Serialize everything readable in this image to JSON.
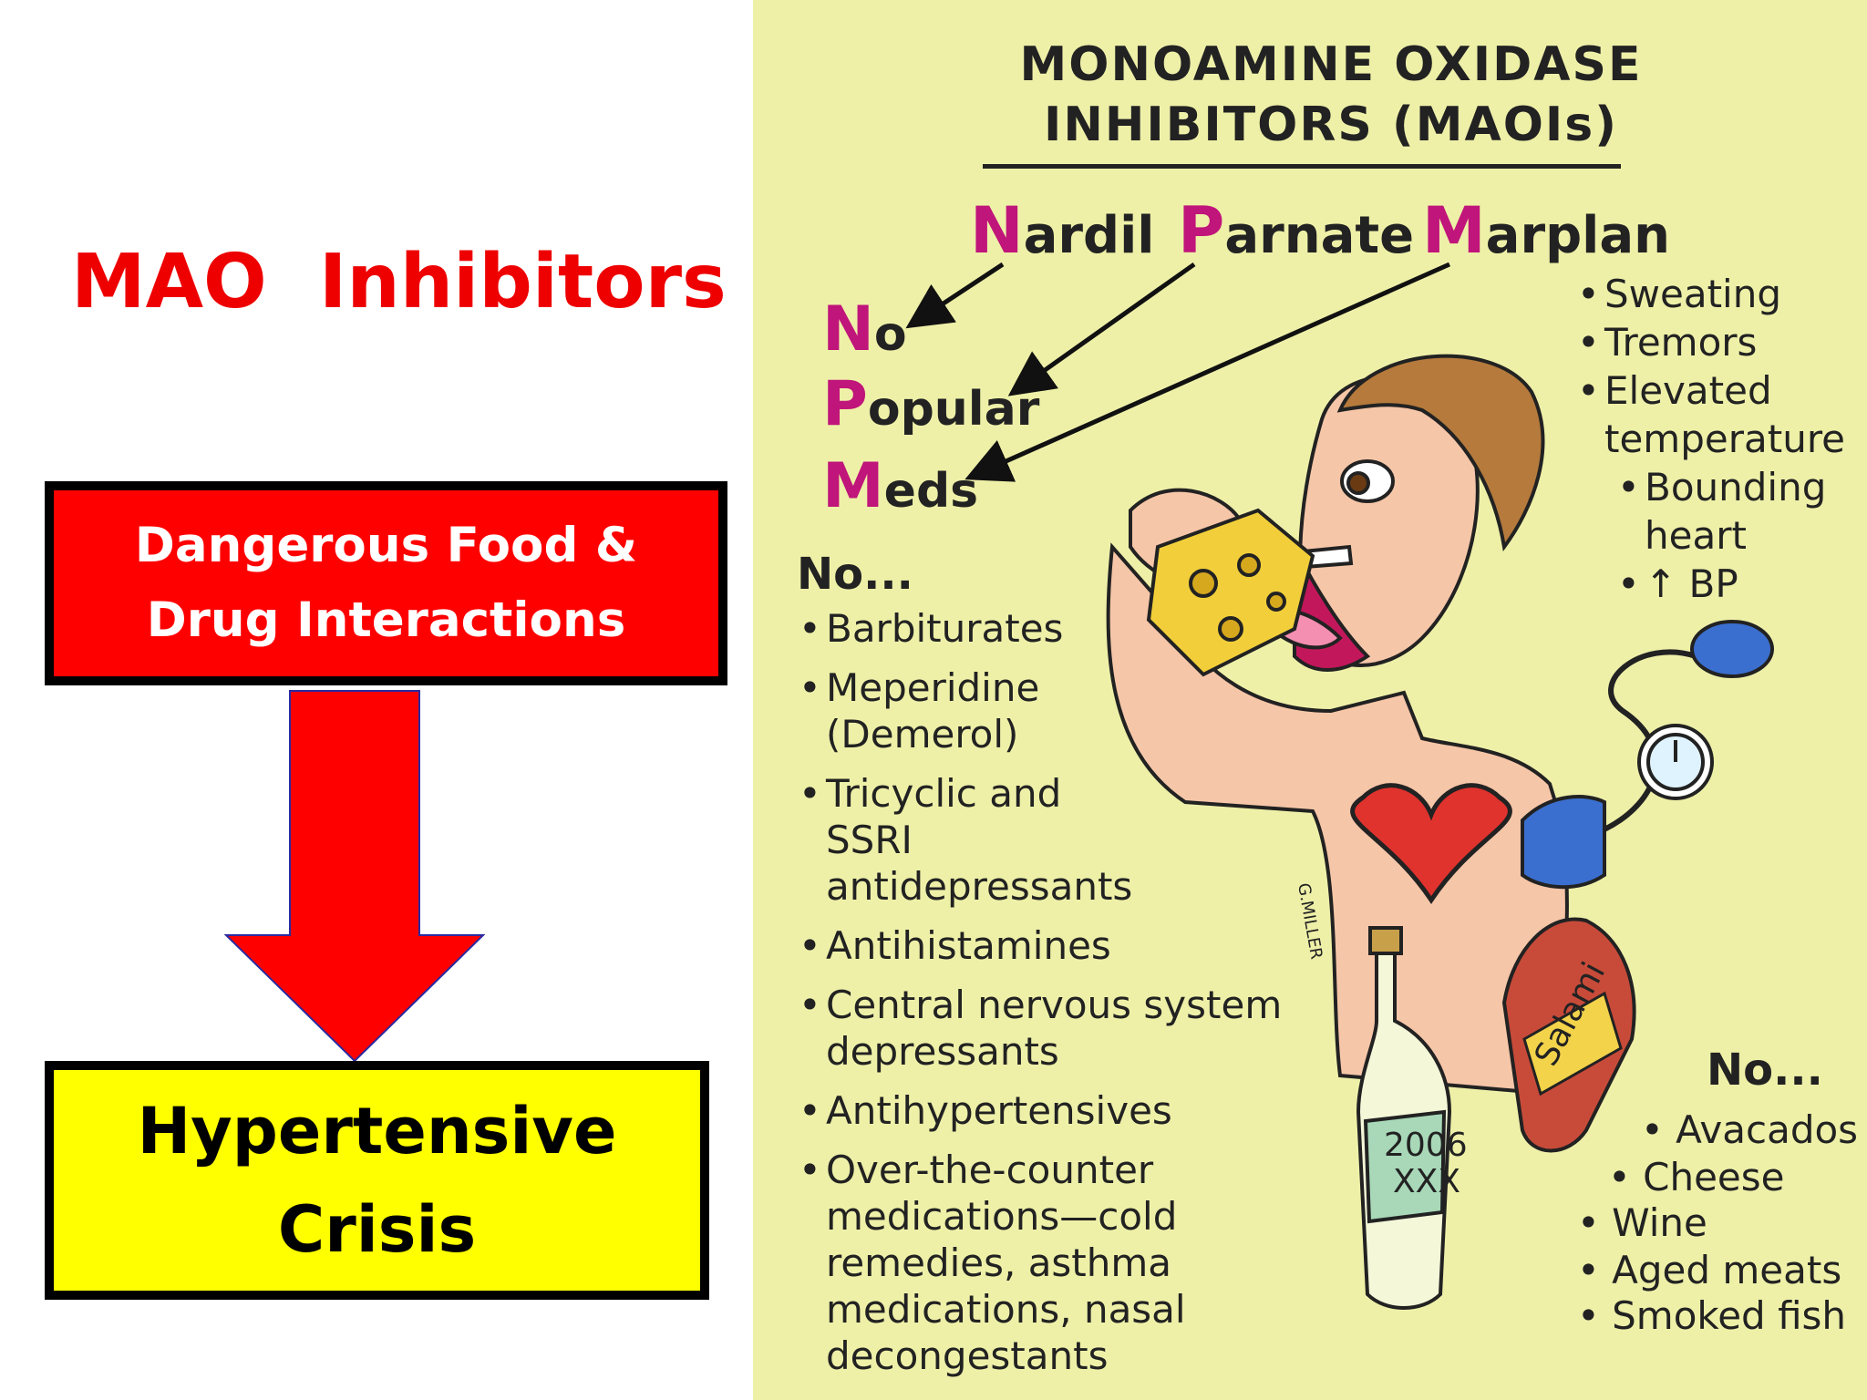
{
  "slide": {
    "title": "MAO  Inhibitors",
    "box_top": "Dangerous Food & Drug Interactions",
    "box_bottom": "Hypertensive Crisis",
    "colors": {
      "title": "#ee0000",
      "box_top": "#ff0000",
      "box_bottom": "#ffff00",
      "arrow": "#ff0000"
    }
  },
  "poster": {
    "title_line1": "MONOAMINE OXIDASE",
    "title_line2": "INHIBITORS (MAOIs)",
    "drugs": [
      {
        "cap": "N",
        "rest": "ardil"
      },
      {
        "cap": "P",
        "rest": "arnate"
      },
      {
        "cap": "M",
        "rest": "arplan"
      }
    ],
    "mnemonic": [
      {
        "cap": "N",
        "rest": "o"
      },
      {
        "cap": "P",
        "rest": "opular"
      },
      {
        "cap": "M",
        "rest": "eds"
      }
    ],
    "drug_interactions": {
      "heading": "No...",
      "items": [
        "Barbiturates",
        "Meperidine (Demerol)",
        "Tricyclic and SSRI antidepressants",
        "Antihistamines",
        "Central nervous system depressants",
        "Antihypertensives",
        "Over-the-counter medications—cold remedies, asthma medications, nasal decongestants"
      ]
    },
    "symptoms": {
      "items": [
        "Sweating",
        "Tremors",
        "Elevated temperature"
      ],
      "sub_items": [
        "Bounding heart",
        "↑ BP"
      ]
    },
    "foods": {
      "heading": "No...",
      "items": [
        "Avacados",
        "Cheese",
        "Wine",
        "Aged meats",
        "Smoked fish"
      ]
    },
    "illustration_labels": {
      "salami": "Salami",
      "bottle_line1": "2006",
      "bottle_line2": "XXX",
      "signature": "G.MILLER"
    },
    "colors": {
      "background": "#eef0a8",
      "mnemonic_caps": "#c0157a"
    }
  }
}
